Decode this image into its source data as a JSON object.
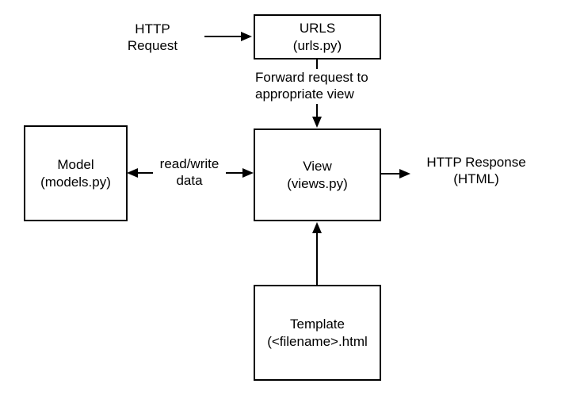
{
  "diagram": {
    "bg_color": "#ffffff",
    "line_color": "#000000",
    "nodes": {
      "urls": {
        "title": "URLS",
        "subtitle": "(urls.py)"
      },
      "model": {
        "title": "Model",
        "subtitle": "(models.py)"
      },
      "view": {
        "title": "View",
        "subtitle": "(views.py)"
      },
      "template": {
        "title": "Template",
        "subtitle": "(<filename>.html"
      }
    },
    "labels": {
      "http_request": {
        "line1": "HTTP",
        "line2": "Request"
      },
      "forward_request": {
        "line1": "Forward request to",
        "line2": "appropriate view"
      },
      "read_write": {
        "line1": "read/write",
        "line2": "data"
      },
      "http_response": {
        "line1": "HTTP Response",
        "line2": "(HTML)"
      }
    }
  }
}
